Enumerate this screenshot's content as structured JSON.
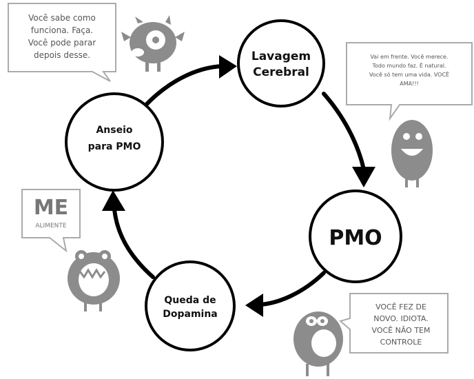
{
  "diagram": {
    "nodes": [
      {
        "id": "lavagem",
        "lines": [
          "Lavagem",
          "Cerebral"
        ]
      },
      {
        "id": "pmo",
        "lines": [
          "PMO"
        ]
      },
      {
        "id": "queda",
        "lines": [
          "Queda de",
          "Dopamina"
        ]
      },
      {
        "id": "anseio",
        "lines": [
          "Anseio",
          "para PMO"
        ]
      }
    ],
    "bubbles": {
      "top_left": [
        "Você sabe como",
        "funciona. Faça.",
        "Você pode parar",
        "depois desse."
      ],
      "top_right": [
        "Vai em frente. Você merece.",
        "Todo mundo faz. É natural.",
        "Você só tem uma vida. VOCÊ",
        "AMA!!!"
      ],
      "left_big": "ME",
      "left_small": "ALIMENTE",
      "bottom_right": [
        "VOCÊ FEZ DE",
        "NOVO. IDIOTA.",
        "VOCÊ NÃO TEM",
        "CONTROLE"
      ]
    },
    "colors": {
      "stroke": "#000000",
      "monster": "#8c8c8c",
      "bubble_border": "#aaaaaa",
      "bubble_text": "#555555"
    }
  }
}
